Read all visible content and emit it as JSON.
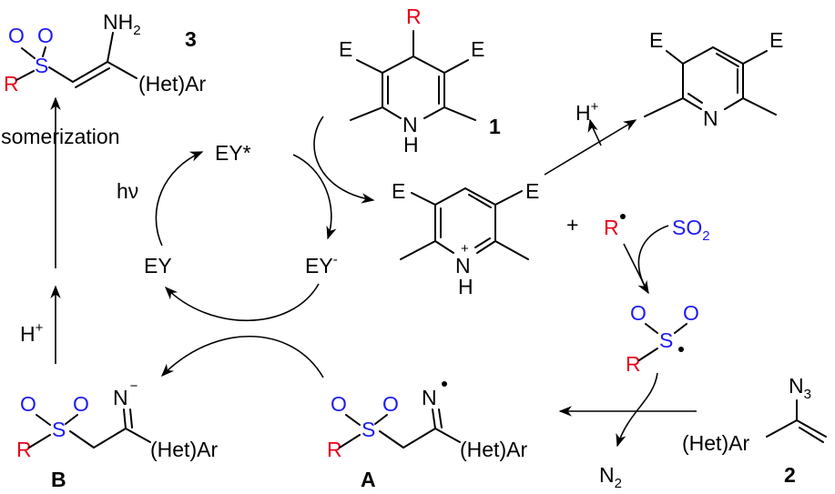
{
  "diagram": {
    "compound_3": {
      "id": "3",
      "sulfonyl_O_left": "O",
      "sulfonyl_O_right": "O",
      "sulfonyl_S": "S",
      "R": "R",
      "amine": "NH",
      "amine_sub": "2",
      "aryl": "(Het)Ar"
    },
    "isomerization_label": "isomerization",
    "H_plus_left": "H",
    "H_plus_left_sup": "+",
    "compound_B": {
      "id": "B",
      "O_left": "O",
      "O_right": "O",
      "S": "S",
      "R": "R",
      "N": "N",
      "charge": "−",
      "aryl": "(Het)Ar"
    },
    "photocatalyst_cycle": {
      "EY_star": "EY*",
      "hv": "hν",
      "EY": "EY",
      "EY_minus": "EY",
      "EY_minus_sup": "-"
    },
    "compound_1": {
      "id": "1",
      "R": "R",
      "E_left": "E",
      "E_right": "E",
      "N": "N",
      "H": "H"
    },
    "H_plus_top": "H",
    "H_plus_top_sup": "+",
    "pyridine_product": {
      "E_left": "E",
      "E_right": "E",
      "N": "N"
    },
    "pyridinium": {
      "E_left": "E",
      "E_right": "E",
      "N": "N",
      "plus": "+",
      "H": "H"
    },
    "plus_sign": "+",
    "R_radical": "R",
    "SO2": "SO",
    "SO2_sub": "2",
    "sulfonyl_radical": {
      "O_left": "O",
      "O_right": "O",
      "S": "S",
      "R": "R"
    },
    "compound_A": {
      "id": "A",
      "O_left": "O",
      "O_right": "O",
      "S": "S",
      "R": "R",
      "N": "N",
      "aryl": "(Het)Ar"
    },
    "compound_2": {
      "id": "2",
      "N3": "N",
      "N3_sub": "3",
      "aryl": "(Het)Ar"
    },
    "N2": "N",
    "N2_sub": "2"
  }
}
